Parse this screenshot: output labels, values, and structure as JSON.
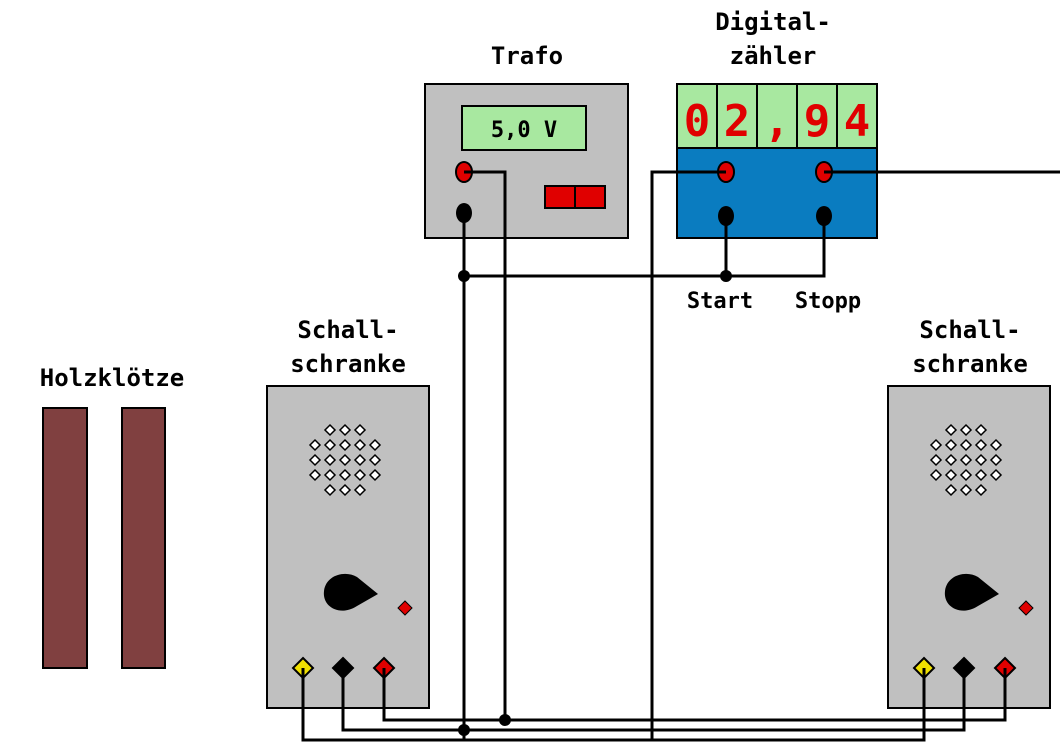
{
  "labels": {
    "trafo": "Trafo",
    "counter_line1": "Digital-",
    "counter_line2": "zähler",
    "start": "Start",
    "stop": "Stopp",
    "blocks": "Holzklötze",
    "barrier_left_line1": "Schall-",
    "barrier_left_line2": "schranke",
    "barrier_right_line1": "Schall-",
    "barrier_right_line2": "schranke"
  },
  "trafo": {
    "display": "5,0 V"
  },
  "counter": {
    "digits": [
      "0",
      "2",
      ",",
      "9",
      "4"
    ]
  },
  "colors": {
    "device_gray": "#c0c0c0",
    "counter_blue": "#0a7cc0",
    "display_green": "#a8e8a0",
    "digit_red": "#e00000",
    "terminal_red": "#e00000",
    "terminal_yellow": "#f0e000",
    "wood": "#804040"
  }
}
